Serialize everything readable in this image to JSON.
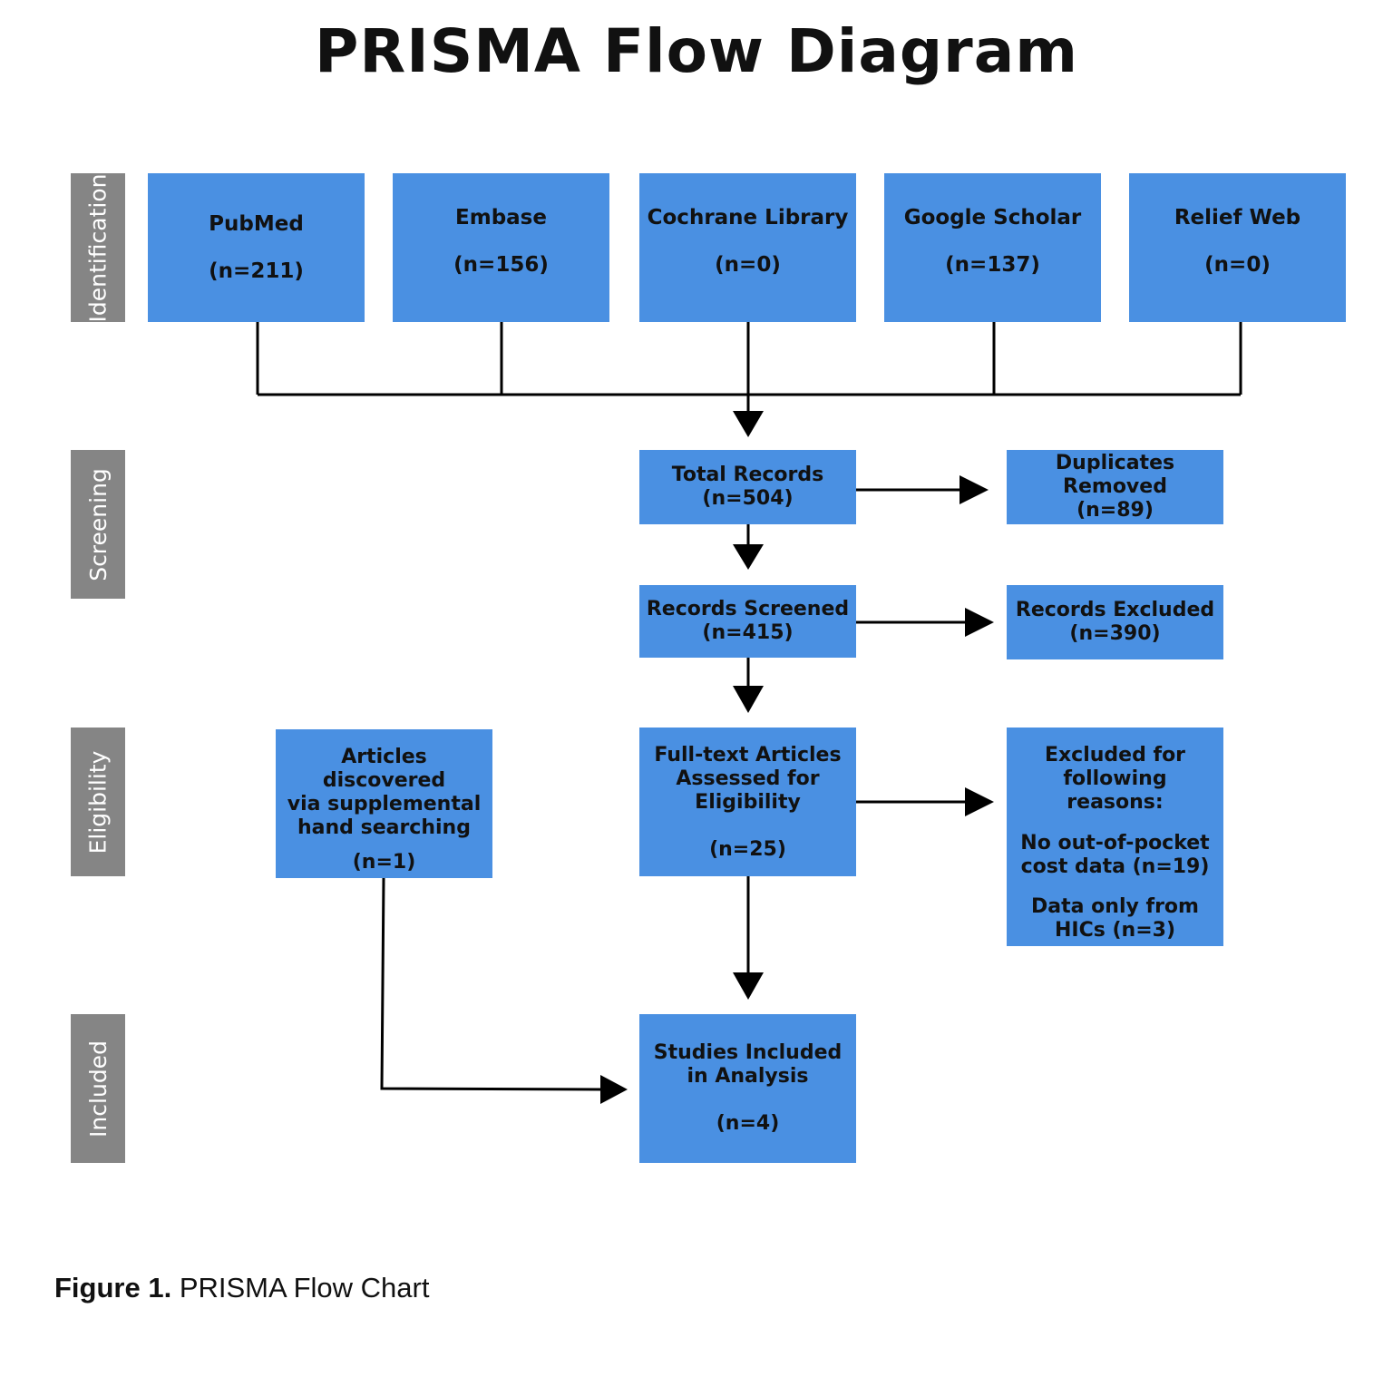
{
  "title": "PRISMA Flow Diagram",
  "stages": {
    "identification": "Identification",
    "screening": "Screening",
    "eligibility": "Eligibility",
    "included": "Included"
  },
  "sources": [
    {
      "name": "PubMed",
      "count": "(n=211)"
    },
    {
      "name": "Embase",
      "count": "(n=156)"
    },
    {
      "name": "Cochrane Library",
      "count": "(n=0)"
    },
    {
      "name": "Google Scholar",
      "count": "(n=137)"
    },
    {
      "name": "Relief Web",
      "count": "(n=0)"
    }
  ],
  "total_records": {
    "line1": "Total Records",
    "count": "(n=504)"
  },
  "duplicates": {
    "line1": "Duplicates",
    "line2": "Removed",
    "count": "(n=89)"
  },
  "records_screened": {
    "line1": "Records Screened",
    "count": "(n=415)"
  },
  "records_excluded": {
    "line1": "Records Excluded",
    "count": "(n=390)"
  },
  "supplemental": {
    "line1": "Articles discovered",
    "line2": "via supplemental",
    "line3": "hand searching",
    "count": "(n=1)"
  },
  "full_text": {
    "line1": "Full-text Articles",
    "line2": "Assessed for",
    "line3": "Eligibility",
    "count": "(n=25)"
  },
  "excluded_reasons": {
    "line1": "Excluded for",
    "line2": "following reasons:",
    "reason1_line1": "No out-of-pocket",
    "reason1_line2": "cost data (n=19)",
    "reason2_line1": "Data only from",
    "reason2_line2": "HICs (n=3)"
  },
  "included": {
    "line1": "Studies Included",
    "line2": "in Analysis",
    "count": "(n=4)"
  },
  "caption": {
    "label": "Figure 1.",
    "text": " PRISMA Flow Chart"
  }
}
